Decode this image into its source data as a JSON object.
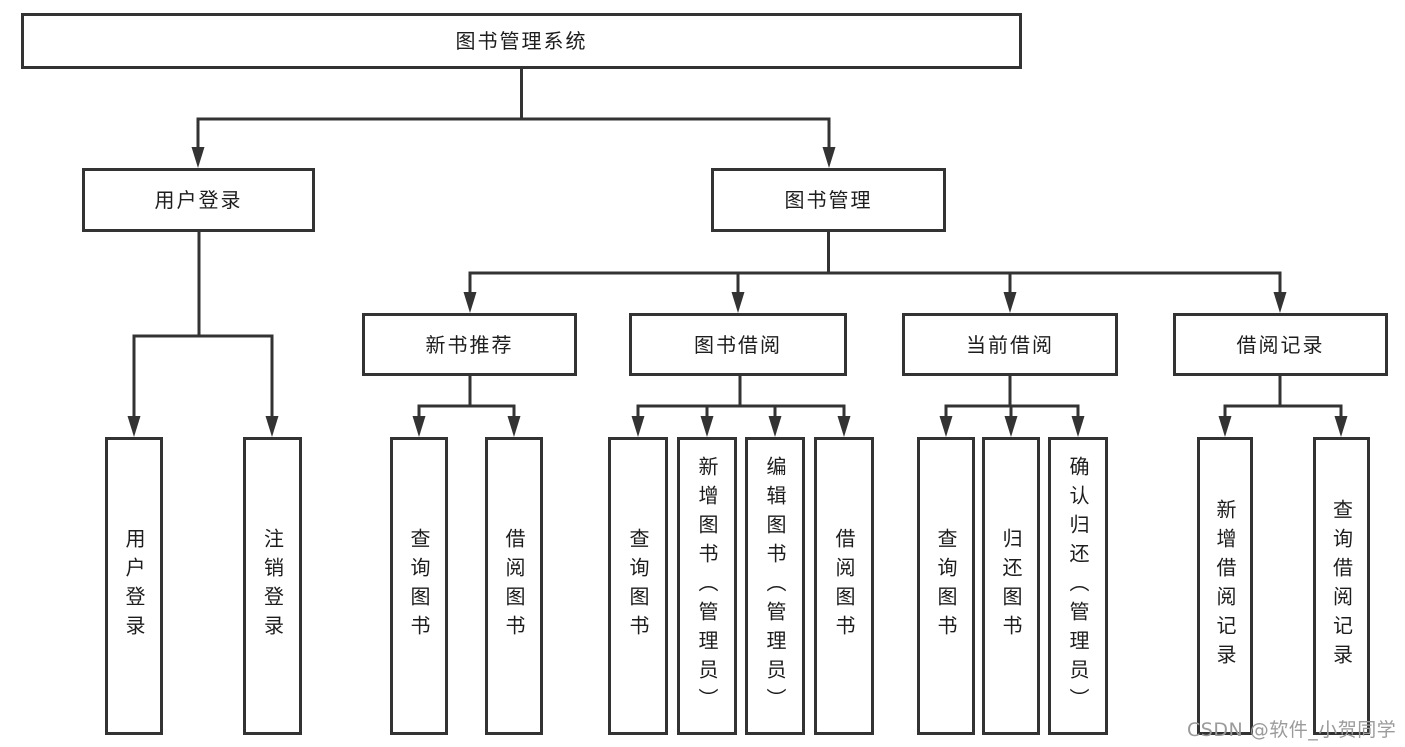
{
  "diagram": {
    "root_label": "图书管理系统",
    "branches": [
      {
        "label": "用户登录",
        "children": [
          "用户登录",
          "注销登录"
        ]
      },
      {
        "label": "图书管理",
        "groups": [
          {
            "label": "新书推荐",
            "children": [
              "查询图书",
              "借阅图书"
            ]
          },
          {
            "label": "图书借阅",
            "children": [
              "查询图书",
              "新增图书（管理员）",
              "编辑图书（管理员）",
              "借阅图书"
            ]
          },
          {
            "label": "当前借阅",
            "children": [
              "查询图书",
              "归还图书",
              "确认归还（管理员）"
            ]
          },
          {
            "label": "借阅记录",
            "children": [
              "新增借阅记录",
              "查询借阅记录"
            ]
          }
        ]
      }
    ]
  },
  "watermark": {
    "text": "CSDN @软件_小贺同学"
  },
  "colors": {
    "line": "#333333",
    "text": "#1d1d1d",
    "background": "#ffffff",
    "watermark": "#9b9b9b"
  }
}
